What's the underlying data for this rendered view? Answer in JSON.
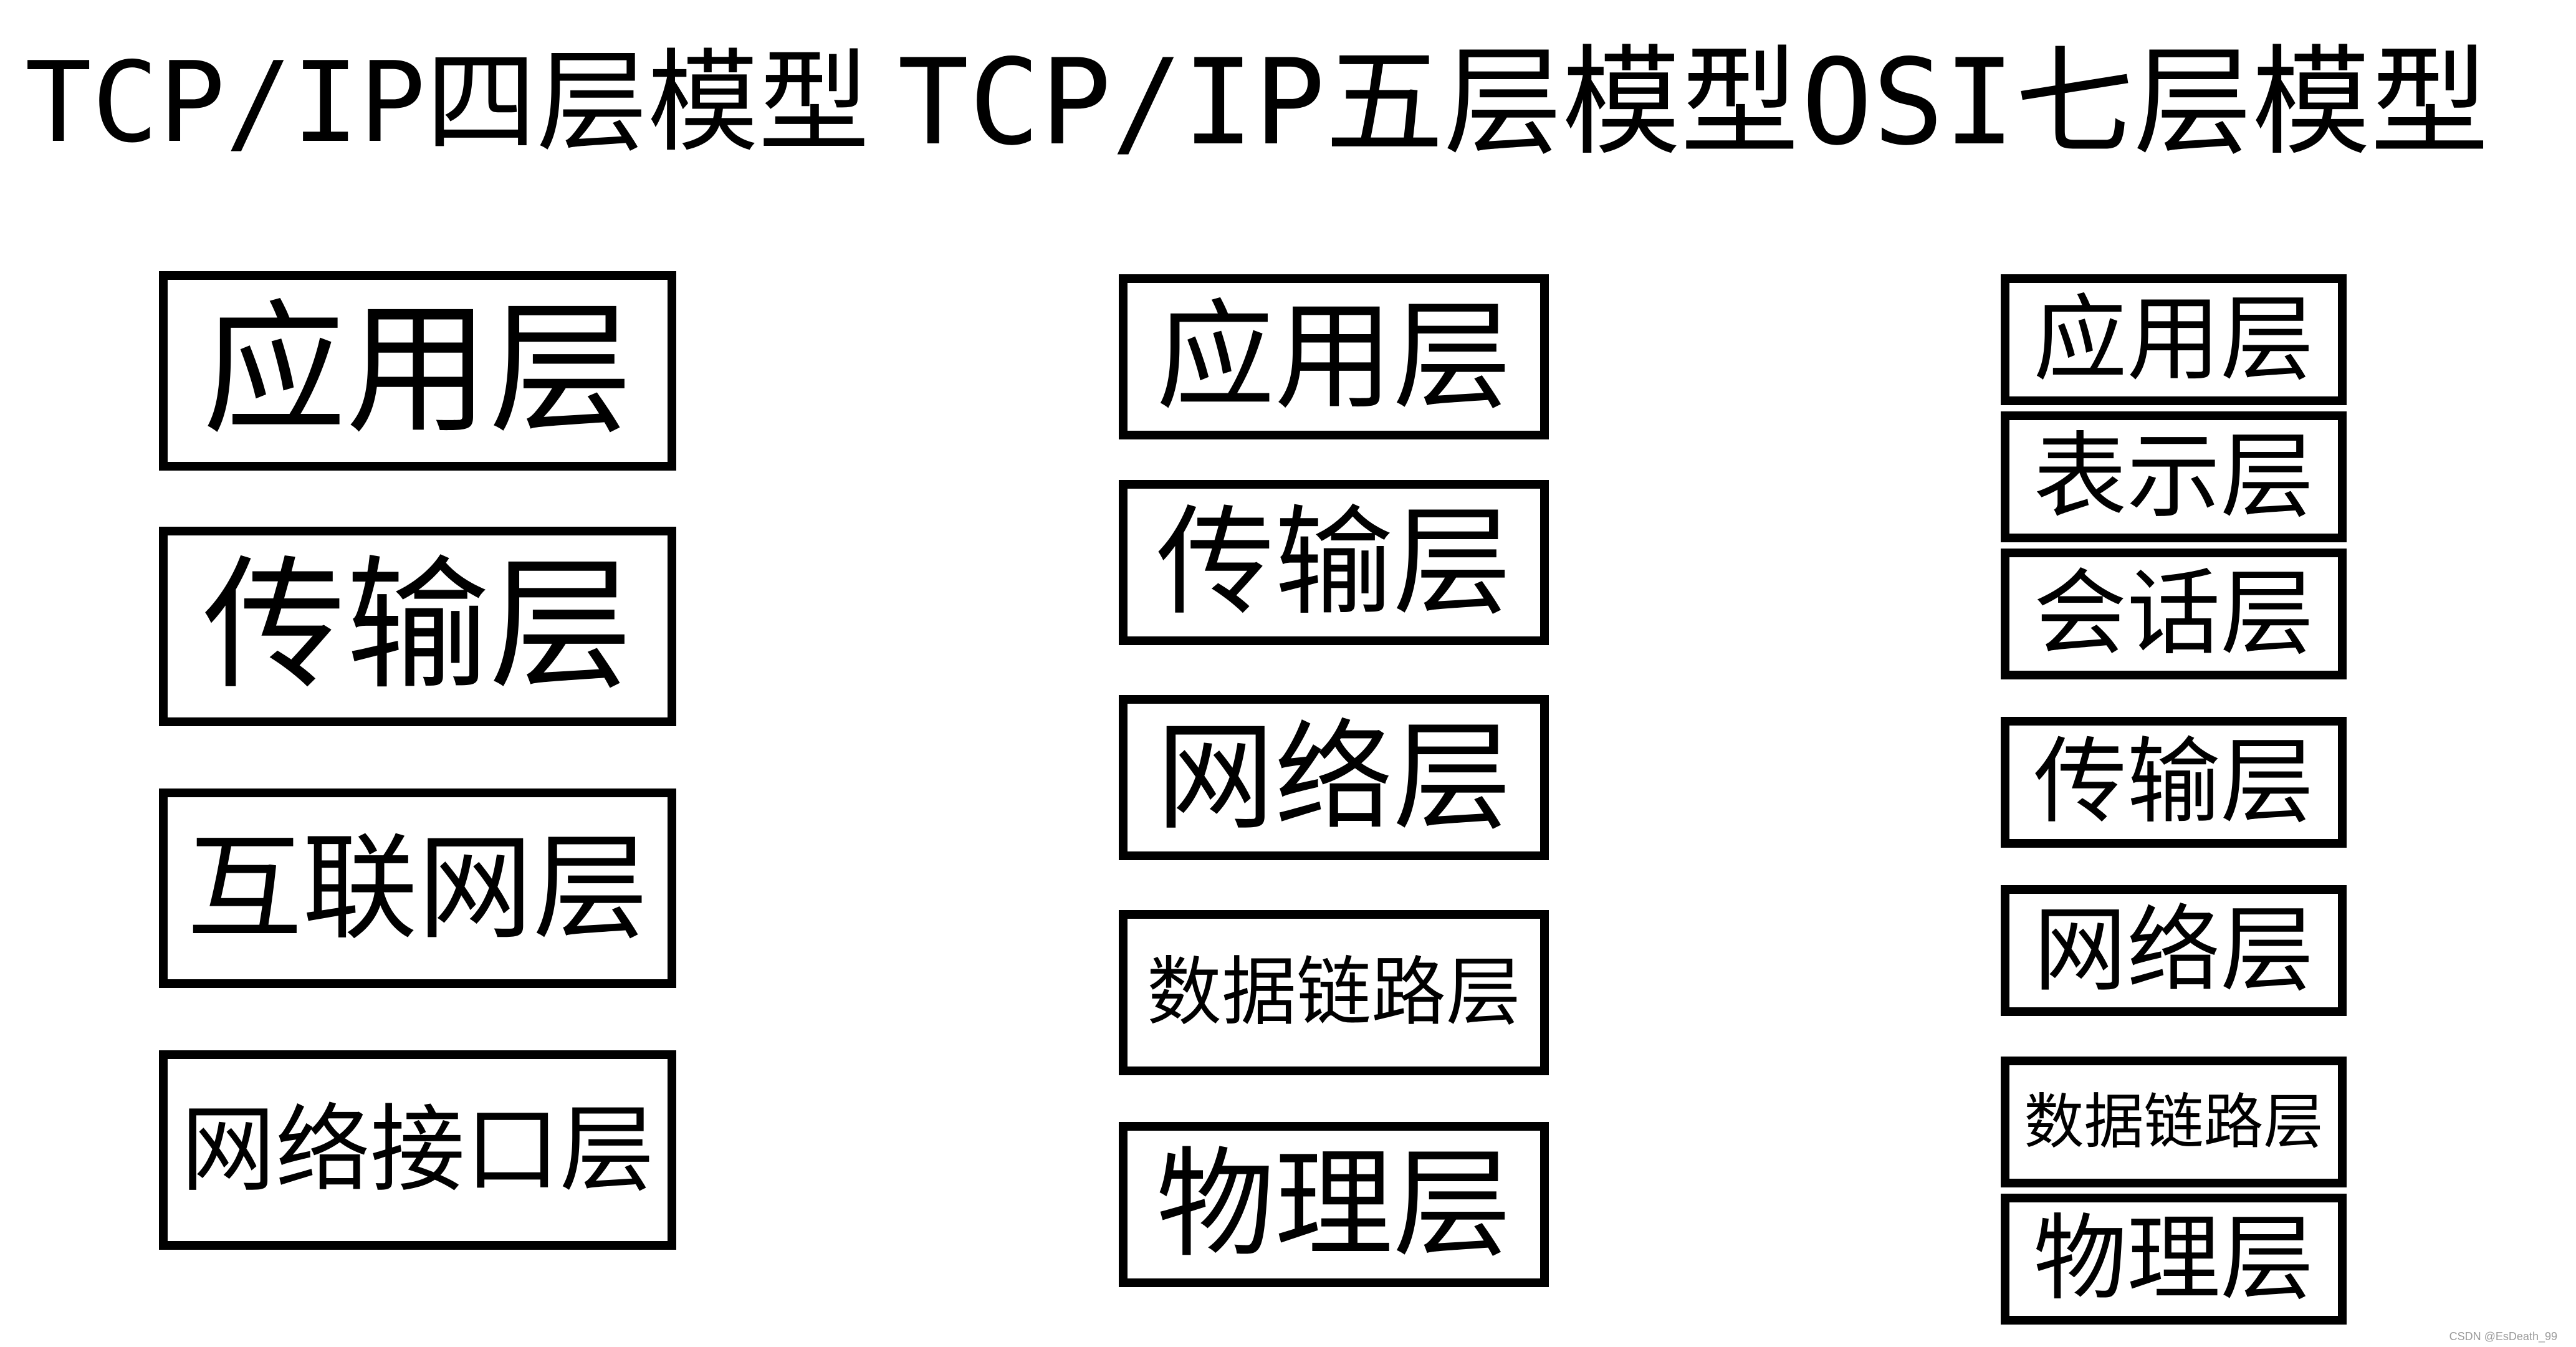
{
  "titles": {
    "tcpip4": "TCP/IP四层模型",
    "tcpip5": "TCP/IP五层模型",
    "osi7": "OSI七层模型"
  },
  "tcpip4_layers": [
    "应用层",
    "传输层",
    "互联网层",
    "网络接口层"
  ],
  "tcpip5_layers": [
    "应用层",
    "传输层",
    "网络层",
    "数据链路层",
    "物理层"
  ],
  "osi7_layers": [
    "应用层",
    "表示层",
    "会话层",
    "传输层",
    "网络层",
    "数据链路层",
    "物理层"
  ],
  "footer": {
    "credit": "CSDN @EsDeath_99"
  },
  "colors": {
    "stroke": "#000000",
    "background": "#ffffff"
  }
}
